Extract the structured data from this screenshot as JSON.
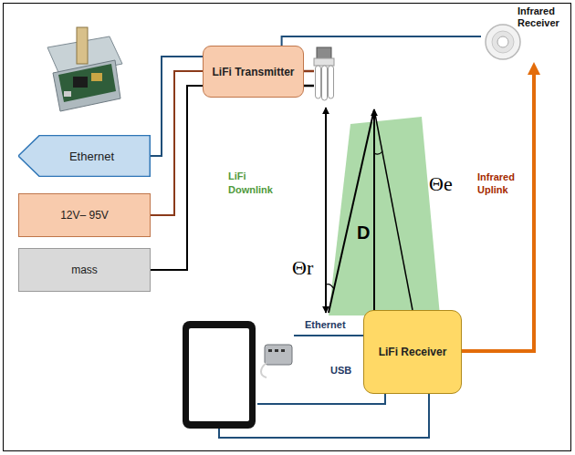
{
  "diagram": {
    "nodes": [
      {
        "text": [
          "LiFi Transmitter"
        ]
      },
      {
        "text": [
          "Infrared Receiver"
        ]
      },
      {
        "text": [
          "Ethernet"
        ]
      },
      {
        "text": [
          "12V– 95V"
        ]
      },
      {
        "text": [
          "mass"
        ]
      },
      {
        "text": [
          "LiFi Receiver"
        ]
      }
    ],
    "edges": [
      {
        "from": 2,
        "to": 0,
        "arrow": "none"
      },
      {
        "from": 3,
        "to": 0,
        "arrow": "none"
      },
      {
        "from": 4,
        "to": 0,
        "arrow": "none"
      },
      {
        "from": 0,
        "to": 1,
        "arrow": "none"
      },
      {
        "from": 5,
        "to": 1,
        "label": "Infrared Uplink",
        "arrow": "to"
      }
    ],
    "labels": [
      "LiFi Downlink",
      "D",
      "Θr",
      "Θe",
      "Ethernet",
      "USB"
    ]
  }
}
